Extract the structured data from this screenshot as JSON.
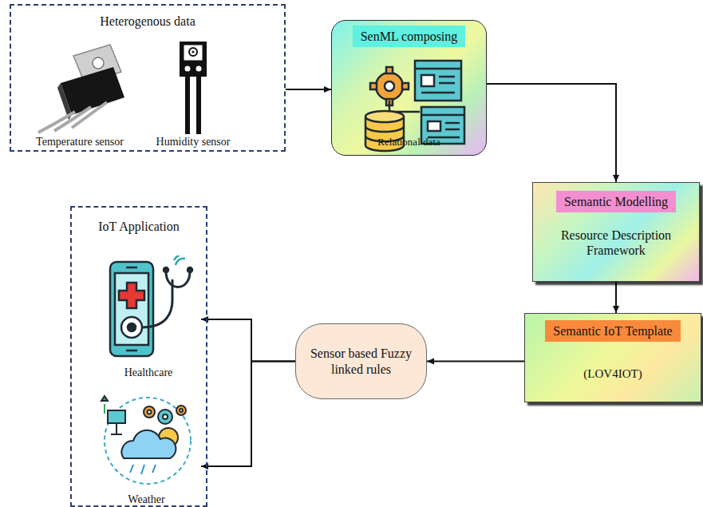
{
  "diagram": {
    "nodes": [
      {
        "text": [
          "Heterogenous data"
        ]
      },
      {
        "text": [
          "Temperature sensor"
        ],
        "in": 0
      },
      {
        "text": [
          "Humidity sensor"
        ],
        "in": 0
      },
      {
        "text": [
          "SenML composing",
          "Relational data"
        ]
      },
      {
        "text": [
          "Semantic Modelling",
          "Resource Description Framework"
        ]
      },
      {
        "text": [
          "Semantic IoT Template",
          "(LOV4IOT)"
        ]
      },
      {
        "text": [
          "Sensor based Fuzzy linked rules"
        ]
      },
      {
        "text": [
          "IoT Application"
        ]
      },
      {
        "text": [
          "Healthcare"
        ],
        "in": 7
      },
      {
        "text": [
          "Weather"
        ],
        "in": 7
      }
    ],
    "edges": [
      {
        "from": 0,
        "to": 3,
        "arrow": "to"
      },
      {
        "from": 3,
        "to": 4,
        "arrow": "to"
      },
      {
        "from": 4,
        "to": 5,
        "arrow": "to"
      },
      {
        "from": 5,
        "to": 6,
        "arrow": "to"
      },
      {
        "from": 6,
        "to": 8,
        "arrow": "to"
      },
      {
        "from": 6,
        "to": 9,
        "arrow": "to"
      }
    ]
  }
}
